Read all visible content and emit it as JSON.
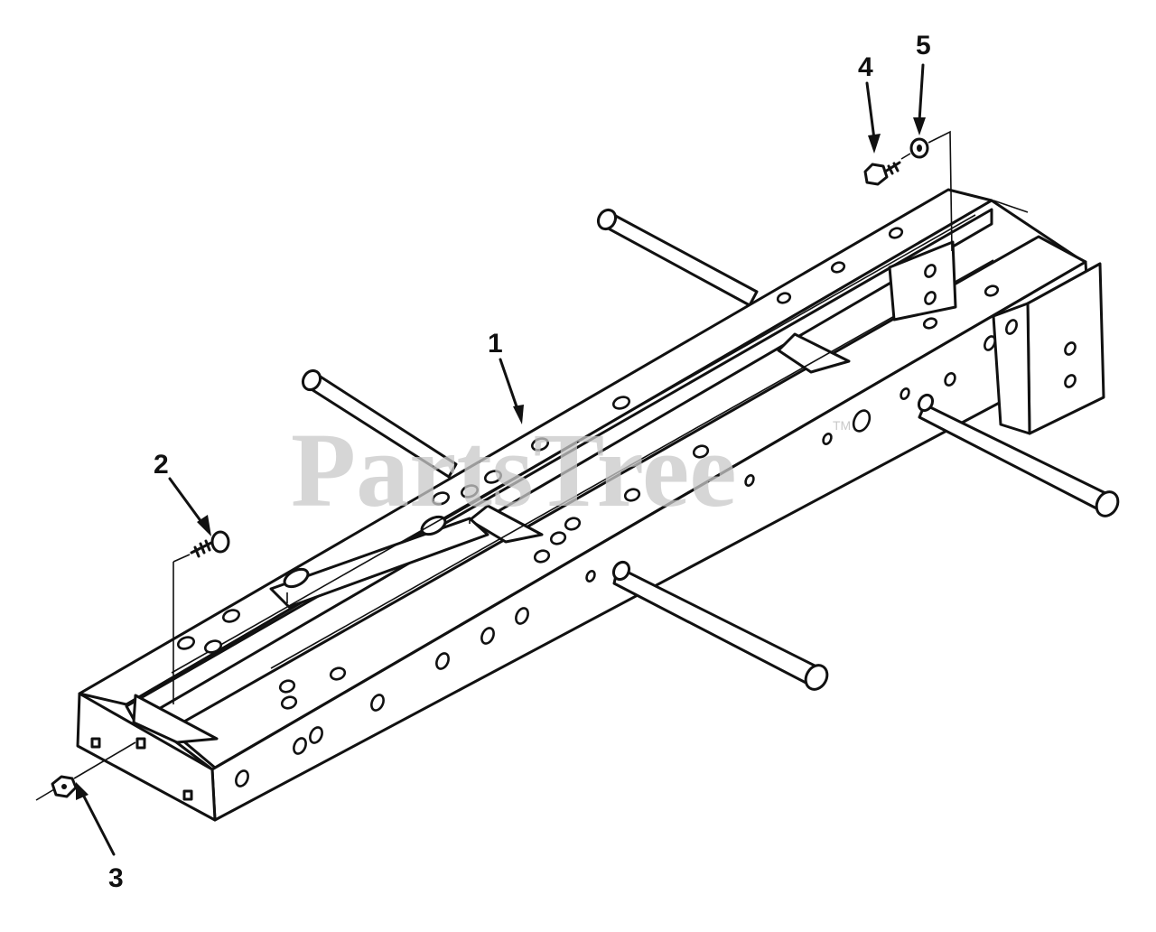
{
  "diagram": {
    "callouts": [
      {
        "id": "callout-1",
        "label": "1"
      },
      {
        "id": "callout-2",
        "label": "2"
      },
      {
        "id": "callout-3",
        "label": "3"
      },
      {
        "id": "callout-4",
        "label": "4"
      },
      {
        "id": "callout-5",
        "label": "5"
      }
    ],
    "watermark": {
      "text": "PartsTree",
      "mark": "TM"
    },
    "colors": {
      "ink": "#111111",
      "watermark": "#c9c9c9",
      "background": "#ffffff"
    }
  }
}
